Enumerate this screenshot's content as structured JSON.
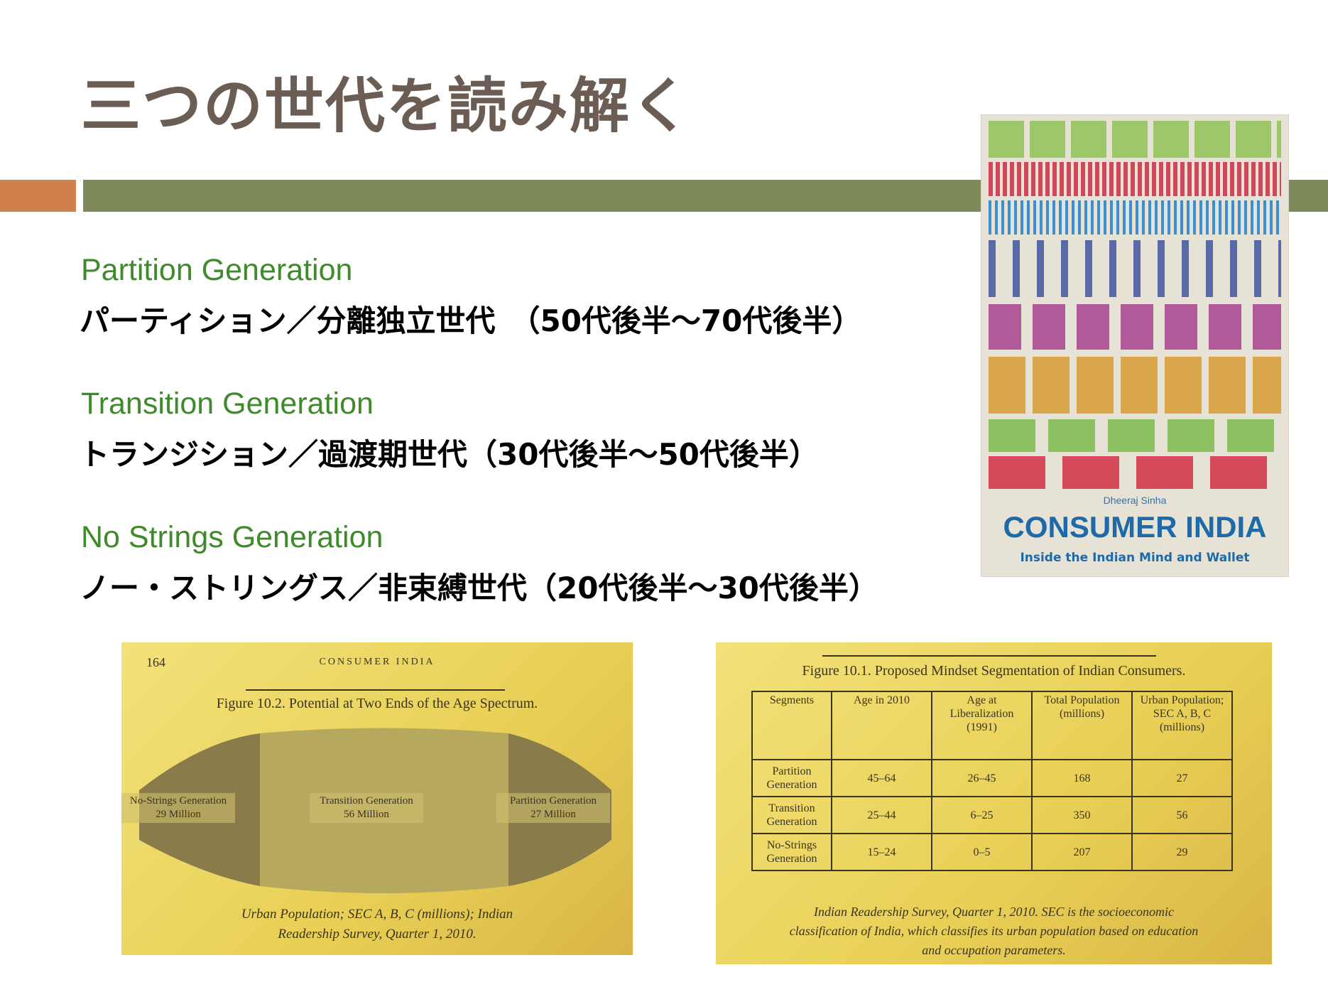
{
  "slide": {
    "title": "三つの世代を読み解く"
  },
  "generations": [
    {
      "en": "Partition Generation",
      "jp": "パーティション／分離独立世代　（50代後半～70代後半）"
    },
    {
      "en": "Transition Generation",
      "jp": "トランジション／過渡期世代（30代後半～50代後半）"
    },
    {
      "en": "No Strings Generation",
      "jp": "ノー・ストリングス／非束縛世代（20代後半～30代後半）"
    }
  ],
  "book_cover": {
    "author": "Dheeraj Sinha",
    "title": "CONSUMER INDIA",
    "subtitle": "Inside the Indian Mind and Wallet"
  },
  "figure_10_2": {
    "page_number": "164",
    "running_head": "CONSUMER INDIA",
    "caption": "Figure 10.2. Potential at Two Ends of the Age Spectrum.",
    "segments": [
      {
        "name": "No-Strings Generation",
        "value": "29 Million"
      },
      {
        "name": "Transition Generation",
        "value": "56 Million"
      },
      {
        "name": "Partition Generation",
        "value": "27 Million"
      }
    ],
    "source_line1": "Urban Population; SEC A, B, C (millions); Indian",
    "source_line2": "Readership Survey, Quarter 1, 2010."
  },
  "figure_10_1": {
    "caption": "Figure 10.1. Proposed Mindset Segmentation of Indian Consumers.",
    "headers": [
      "Segments",
      "Age in 2010",
      "Age at Liberalization (1991)",
      "Total Population (millions)",
      "Urban Population; SEC A, B, C (millions)"
    ],
    "rows": [
      [
        "Partition Generation",
        "45–64",
        "26–45",
        "168",
        "27"
      ],
      [
        "Transition Generation",
        "25–44",
        "6–25",
        "350",
        "56"
      ],
      [
        "No-Strings Generation",
        "15–24",
        "0–5",
        "207",
        "29"
      ]
    ],
    "note_line1": "Indian Readership Survey, Quarter 1, 2010. SEC is the socioeconomic",
    "note_line2": "classification of India, which classifies its urban population based on education",
    "note_line3": "and occupation parameters."
  }
}
